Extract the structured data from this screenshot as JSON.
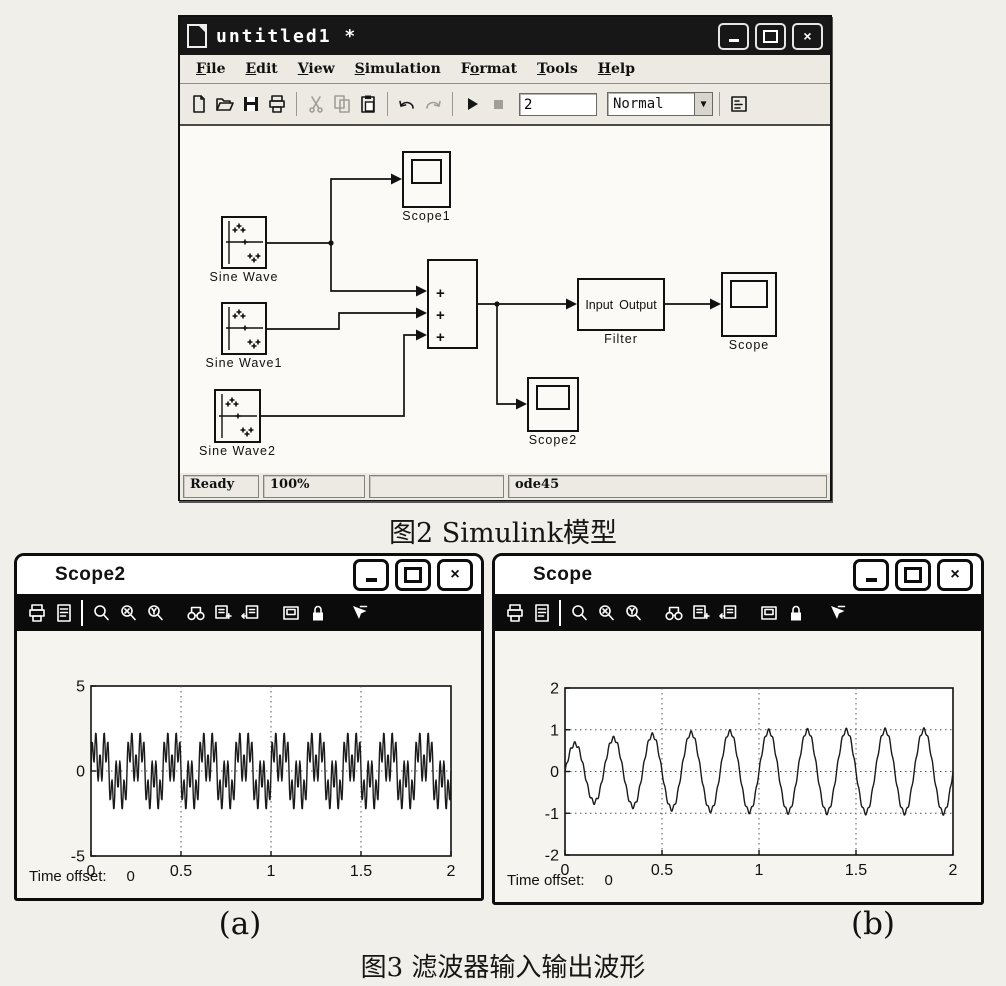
{
  "figure2_caption": "图2 Simulink模型",
  "figure3_caption": "图3 滤波器输入输出波形",
  "label_a": "(a)",
  "label_b": "(b)",
  "colors": {
    "chrome": "#eceae3",
    "titlebar": "#171717",
    "toolbar_black": "#0b0b0b",
    "ink": "#111111",
    "canvas": "#fbfaf6"
  },
  "simulink": {
    "title": "untitled1 *",
    "window_buttons": [
      "minimize",
      "maximize",
      "close"
    ],
    "menu": {
      "items": [
        {
          "label": "File",
          "u": 0
        },
        {
          "label": "Edit",
          "u": 0
        },
        {
          "label": "View",
          "u": 0
        },
        {
          "label": "Simulation",
          "u": 0
        },
        {
          "label": "Format",
          "u": 1
        },
        {
          "label": "Tools",
          "u": 0
        },
        {
          "label": "Help",
          "u": 0
        }
      ]
    },
    "toolbar": {
      "sim_time": "2",
      "sim_mode": "Normal",
      "items": [
        {
          "icon": "new-document"
        },
        {
          "icon": "open-folder"
        },
        {
          "icon": "save-floppy"
        },
        {
          "icon": "print"
        },
        {
          "sep": 1
        },
        {
          "icon": "cut-scissors",
          "disabled": 1
        },
        {
          "icon": "copy",
          "disabled": 1
        },
        {
          "icon": "paste-clipboard"
        },
        {
          "sep": 1
        },
        {
          "icon": "undo-arrow"
        },
        {
          "icon": "redo-arrow",
          "disabled": 1
        },
        {
          "sep": 1
        },
        {
          "icon": "start-simulation"
        },
        {
          "icon": "stop-simulation",
          "disabled": 1
        },
        {
          "field": "sim_time"
        },
        {
          "select": "sim_mode"
        },
        {
          "sep": 1
        },
        {
          "icon": "library-browser"
        }
      ]
    },
    "blocks": {
      "sine_wave": "Sine Wave",
      "sine_wave1": "Sine Wave1",
      "sine_wave2": "Sine Wave2",
      "scope1": "Scope1",
      "scope": "Scope",
      "scope2": "Scope2",
      "filter": "Filter",
      "filter_in_port": "Input",
      "filter_out_port": "Output",
      "sum_inputs": [
        "+",
        "+",
        "+"
      ]
    },
    "status": {
      "ready": "Ready",
      "zoom": "100%",
      "middle": "",
      "solver": "ode45"
    }
  },
  "scope_toolbar": {
    "items": [
      {
        "icon": "print"
      },
      {
        "icon": "parameters"
      },
      {
        "sep": 1
      },
      {
        "icon": "zoom"
      },
      {
        "icon": "zoom-x"
      },
      {
        "icon": "zoom-y"
      },
      {
        "gap": 1
      },
      {
        "icon": "autoscale-binoculars"
      },
      {
        "icon": "save-axes"
      },
      {
        "icon": "restore-axes"
      },
      {
        "gap": 1
      },
      {
        "icon": "float-scope"
      },
      {
        "icon": "lock-axes"
      },
      {
        "gap": 1
      },
      {
        "icon": "signal-selector"
      }
    ]
  },
  "scope_a": {
    "title": "Scope2",
    "window_buttons": [
      "minimize",
      "maximize",
      "close"
    ],
    "time_offset_label": "Time offset:",
    "time_offset_value": "0"
  },
  "scope_b": {
    "title": "Scope",
    "window_buttons": [
      "minimize",
      "maximize",
      "close"
    ],
    "time_offset_label": "Time offset:",
    "time_offset_value": "0"
  },
  "chart_data": [
    {
      "id": "scope-a-plot",
      "type": "line",
      "title": "Scope2 (filter input: sum of three sine waves)",
      "xlabel": "",
      "ylabel": "",
      "xlim": [
        0,
        2
      ],
      "ylim": [
        -5,
        5
      ],
      "x_ticks": [
        0,
        0.5,
        1,
        1.5,
        2
      ],
      "x_tick_labels": [
        "0",
        "0.5",
        "1",
        "1.5",
        "2"
      ],
      "y_ticks": [
        5,
        0,
        -5
      ],
      "y_tick_labels": [
        "5",
        "0",
        "-5"
      ],
      "grid": "dotted",
      "legend": "none",
      "signal": {
        "kind": "sum_of_sines",
        "components": [
          {
            "amp": 1,
            "freq": 5
          },
          {
            "amp": 1,
            "freq": 15
          },
          {
            "amp": 1,
            "freq": 45
          }
        ],
        "samples": 700
      }
    },
    {
      "id": "scope-b-plot",
      "type": "line",
      "title": "Scope (filter output: 5 Hz sine, amplitude settling to 1)",
      "xlabel": "",
      "ylabel": "",
      "xlim": [
        0,
        2
      ],
      "ylim": [
        -2,
        2
      ],
      "x_ticks": [
        0,
        0.5,
        1,
        1.5,
        2
      ],
      "x_tick_labels": [
        "0",
        "0.5",
        "1",
        "1.5",
        "2"
      ],
      "y_ticks": [
        2,
        1,
        0,
        -1,
        -2
      ],
      "y_tick_labels": [
        "2",
        "1",
        "0",
        "-1",
        "-2"
      ],
      "grid": "dotted",
      "legend": "none",
      "signal": {
        "kind": "filtered_sine",
        "amp": 1,
        "freq": 5,
        "dip": 0.38,
        "rate": 2.5,
        "ripple_amp": 0.05,
        "ripple_freq": 45,
        "samples": 700
      }
    }
  ]
}
